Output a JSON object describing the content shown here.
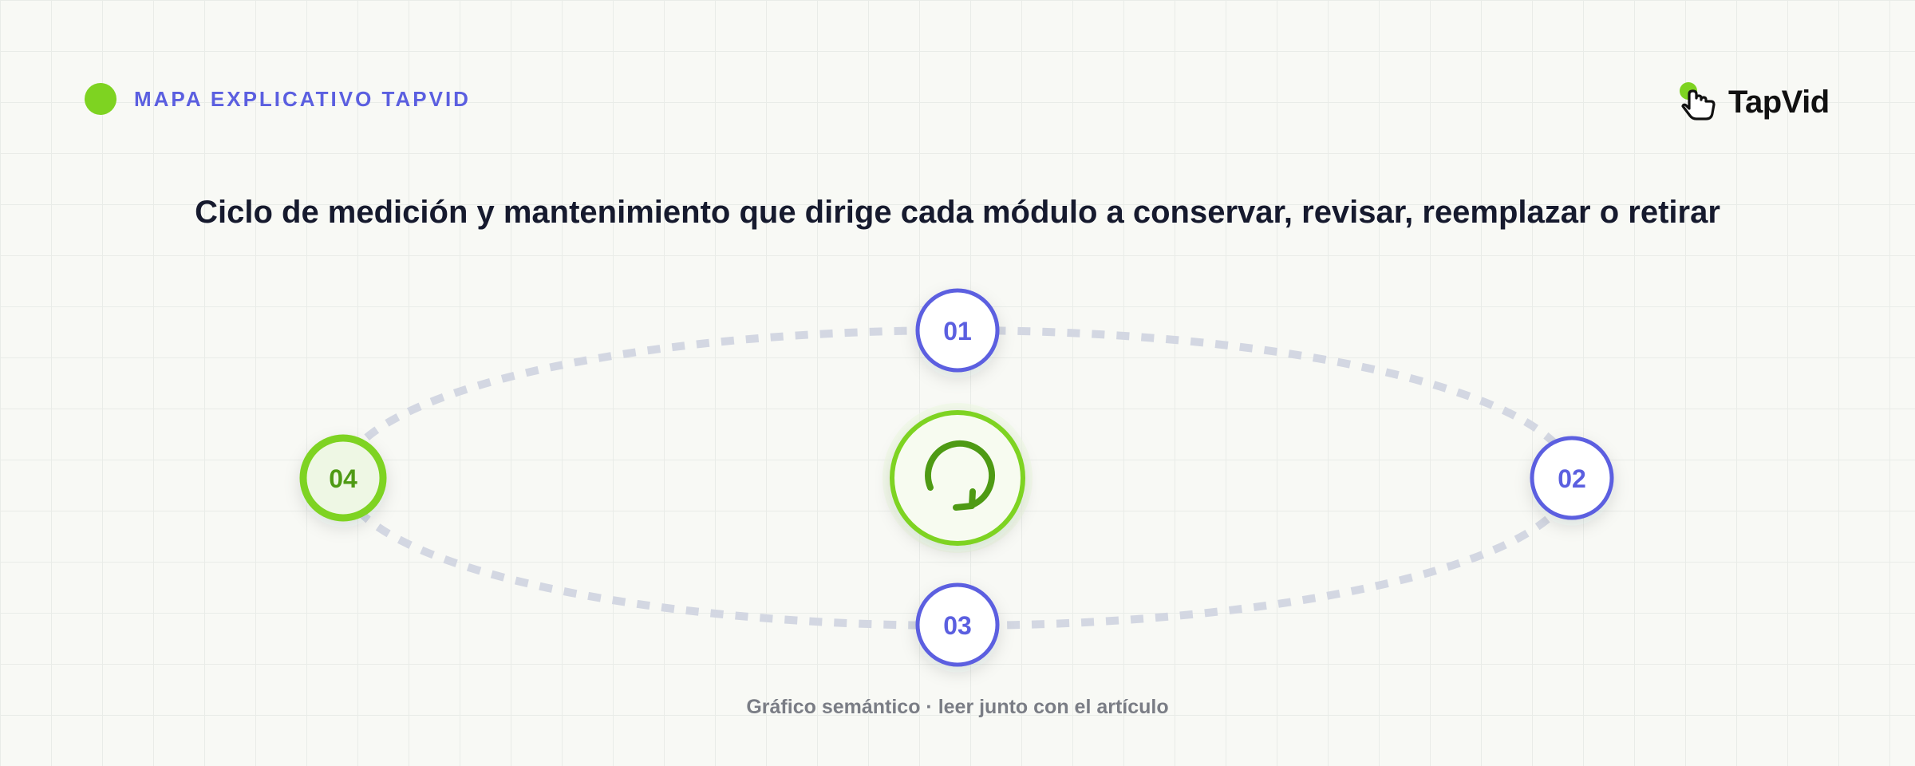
{
  "header": {
    "eyebrow": "MAPA EXPLICATIVO TAPVID",
    "logo_text": "TapVid",
    "logo_icon": "hand-pointer-icon"
  },
  "title": "Ciclo de medición y mantenimiento que dirige cada módulo a conservar, revisar, reemplazar o retirar",
  "diagram": {
    "center_icon": "cycle-refresh-icon",
    "nodes": [
      {
        "label": "01",
        "highlighted": false
      },
      {
        "label": "02",
        "highlighted": false
      },
      {
        "label": "03",
        "highlighted": false
      },
      {
        "label": "04",
        "highlighted": true
      }
    ]
  },
  "caption": "Gráfico semántico · leer junto con el artículo",
  "colors": {
    "accent_blue": "#5b5fe0",
    "accent_green": "#7ed321",
    "dark_green": "#4e9a14",
    "path_gray": "#d3d7e2",
    "title_text": "#161a2e",
    "caption_text": "#7a7d85"
  }
}
